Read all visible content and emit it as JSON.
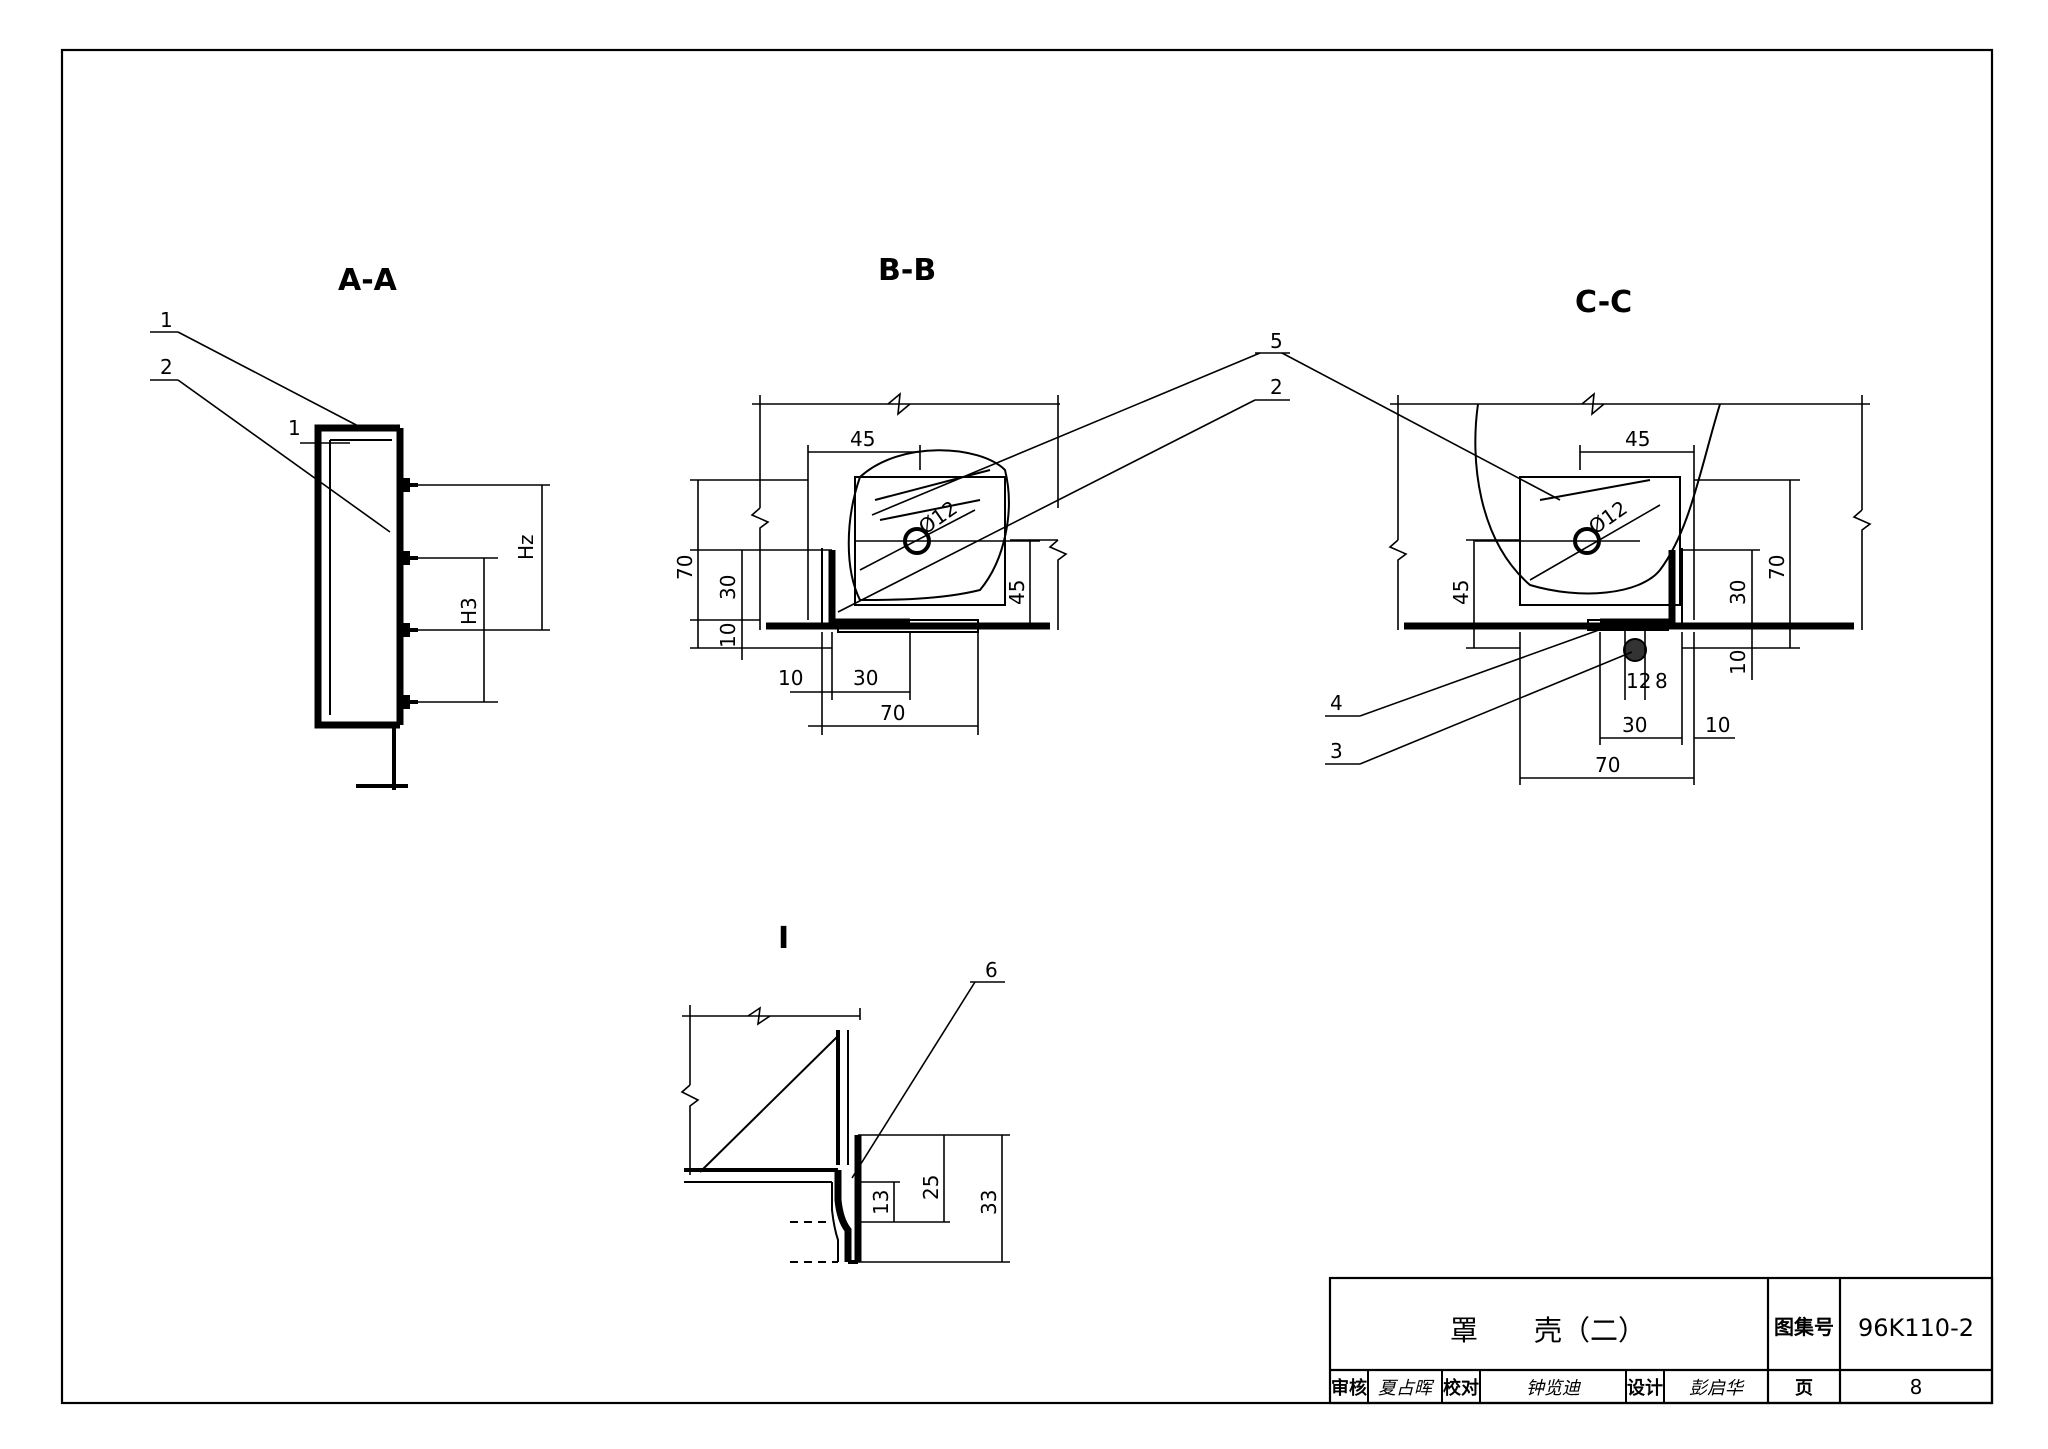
{
  "views": {
    "aa": {
      "title": "A-A",
      "callouts": [
        "1",
        "2"
      ],
      "dims": {
        "wall": "1",
        "hz": "Hz",
        "h3": "H3"
      }
    },
    "bb": {
      "title": "B-B",
      "dims": {
        "top": "45",
        "hole": "Ø12",
        "h70": "70",
        "h30": "30",
        "h10": "10",
        "h45": "45",
        "b10": "10",
        "b30": "30",
        "b70": "70"
      }
    },
    "cc": {
      "title": "C-C",
      "dims": {
        "top": "45",
        "hole": "Ø12",
        "h70": "70",
        "h30": "30",
        "h10": "10",
        "h45": "45",
        "b12": "12",
        "b8": "8",
        "b30": "30",
        "b10": "10",
        "b70": "70"
      }
    },
    "detail": {
      "title": "I",
      "dims": {
        "d13": "13",
        "d25": "25",
        "d33": "33"
      }
    }
  },
  "callouts": {
    "c5": "5",
    "c2": "2",
    "c4": "4",
    "c3": "3",
    "c6": "6"
  },
  "title_block": {
    "title": "罩　　壳（二）",
    "atlas_label": "图集号",
    "atlas_no": "96K110-2",
    "review_label": "审核",
    "review_sign": "夏占晖",
    "check_label": "校对",
    "check_sign": "钟览迪",
    "design_label": "设计",
    "design_sign": "彭启华",
    "page_label": "页",
    "page_no": "8"
  }
}
